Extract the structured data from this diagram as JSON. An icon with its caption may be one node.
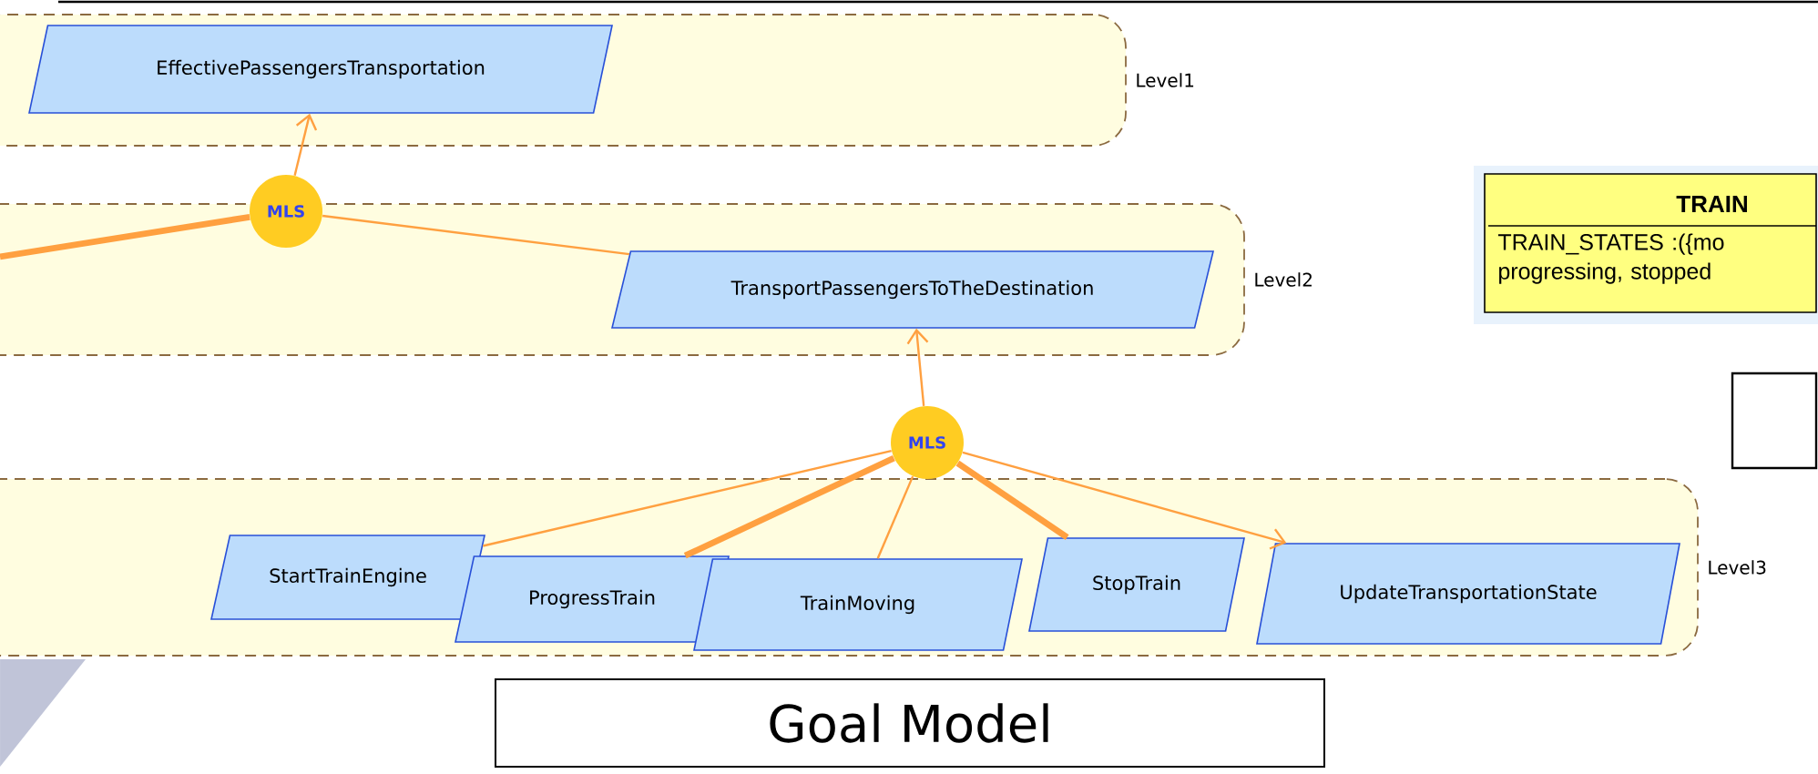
{
  "diagram": {
    "nodes": [
      {
        "text": [
          "Level1"
        ]
      },
      {
        "text": [
          "EffectivePassengersTransportation"
        ],
        "in": 0
      },
      {
        "text": [
          "MLS"
        ]
      },
      {
        "text": [
          "Level2"
        ]
      },
      {
        "text": [
          "TransportPassengersToTheDestination"
        ],
        "in": 3
      },
      {
        "text": [
          "MLS"
        ]
      },
      {
        "text": [
          "Level3"
        ]
      },
      {
        "text": [
          "StartTrainEngine"
        ],
        "in": 6
      },
      {
        "text": [
          "ProgressTrain"
        ],
        "in": 6
      },
      {
        "text": [
          "TrainMoving"
        ],
        "in": 6
      },
      {
        "text": [
          "StopTrain"
        ],
        "in": 6
      },
      {
        "text": [
          "UpdateTransportationState"
        ],
        "in": 6
      },
      {
        "text": [
          "TRAIN",
          "TRAIN_STATES :({mo progressing, stopped"
        ]
      },
      {
        "text": [],
        "shape": "box"
      },
      {
        "text": [
          "Goal Model"
        ]
      }
    ],
    "edges": [
      {
        "from": 2,
        "to": 1,
        "arrow": "to"
      },
      {
        "from": null,
        "to": 2,
        "arrow": "none",
        "style": "thick"
      },
      {
        "from": 2,
        "to": 4,
        "arrow": "none"
      },
      {
        "from": 5,
        "to": 4,
        "arrow": "to"
      },
      {
        "from": 5,
        "to": 7,
        "arrow": "none"
      },
      {
        "from": 5,
        "to": 8,
        "arrow": "none",
        "style": "thick"
      },
      {
        "from": 5,
        "to": 9,
        "arrow": "none"
      },
      {
        "from": 5,
        "to": 10,
        "arrow": "none",
        "style": "thick"
      },
      {
        "from": 5,
        "to": 11,
        "arrow": "to"
      }
    ]
  }
}
